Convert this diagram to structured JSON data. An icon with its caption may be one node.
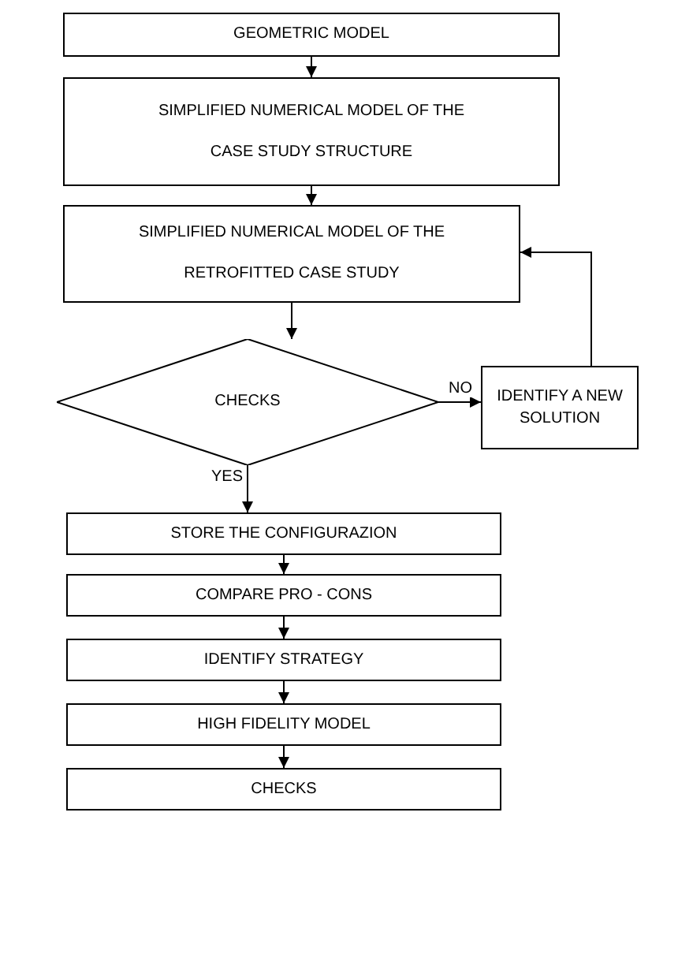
{
  "diagram": {
    "nodes": [
      {
        "text": [
          "GEOMETRIC MODEL"
        ]
      },
      {
        "text": [
          "SIMPLIFIED NUMERICAL MODEL OF THE CASE STUDY STRUCTURE"
        ]
      },
      {
        "text": [
          "SIMPLIFIED NUMERICAL MODEL OF THE RETROFITTED CASE STUDY"
        ]
      },
      {
        "text": [
          "CHECKS"
        ]
      },
      {
        "text": [
          "IDENTIFY A NEW SOLUTION"
        ]
      },
      {
        "text": [
          "STORE THE CONFIGURAZION"
        ]
      },
      {
        "text": [
          "COMPARE PRO - CONS"
        ]
      },
      {
        "text": [
          "IDENTIFY STRATEGY"
        ]
      },
      {
        "text": [
          "HIGH FIDELITY MODEL"
        ]
      },
      {
        "text": [
          "CHECKS"
        ]
      }
    ],
    "edges": [
      {
        "from": 0,
        "to": 1,
        "arrow": "to"
      },
      {
        "from": 1,
        "to": 2,
        "arrow": "to"
      },
      {
        "from": 2,
        "to": 3,
        "arrow": "to"
      },
      {
        "from": 3,
        "to": 4,
        "arrow": "to",
        "label": "NO"
      },
      {
        "from": 4,
        "to": 2,
        "arrow": "to"
      },
      {
        "from": 3,
        "to": 5,
        "arrow": "to",
        "label": "YES"
      },
      {
        "from": 5,
        "to": 6,
        "arrow": "to"
      },
      {
        "from": 6,
        "to": 7,
        "arrow": "to"
      },
      {
        "from": 7,
        "to": 8,
        "arrow": "to"
      },
      {
        "from": 8,
        "to": 9,
        "arrow": "to"
      }
    ]
  }
}
